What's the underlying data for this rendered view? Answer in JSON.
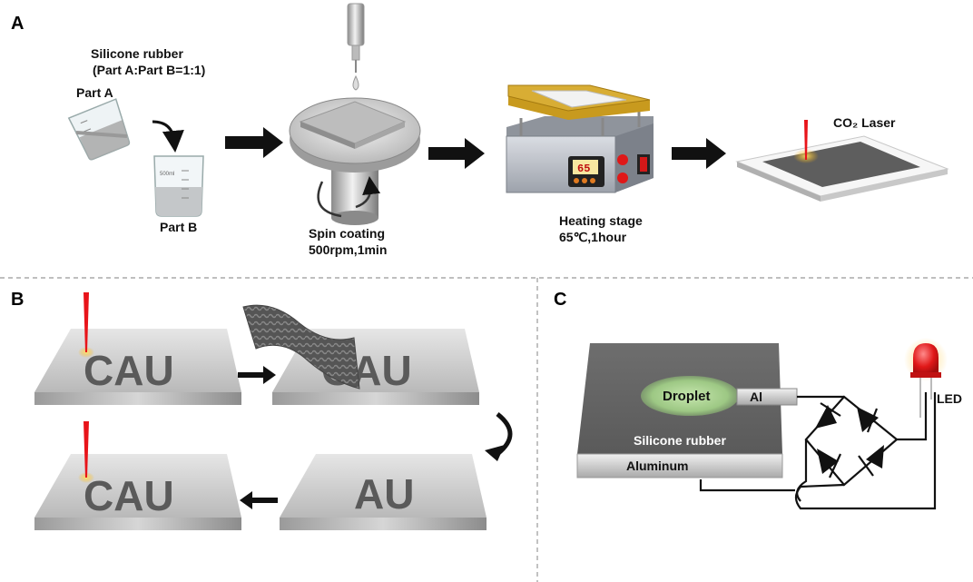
{
  "panels": {
    "a": {
      "letter": "A",
      "rubber_title": "Silicone rubber",
      "rubber_ratio": "(Part A:Part B=1:1)",
      "part_a": "Part A",
      "part_b": "Part B",
      "beaker_mark": "500ml",
      "spin_title": "Spin coating",
      "spin_params": "500rpm,1min",
      "heat_title": "Heating stage",
      "heat_params": "65℃,1hour",
      "heat_display": "65",
      "laser_title": "CO₂ Laser"
    },
    "b": {
      "letter": "B",
      "text_full": "CAU",
      "text_partial": "AU"
    },
    "c": {
      "letter": "C",
      "droplet": "Droplet",
      "al": "Al",
      "silicone": "Silicone rubber",
      "aluminum": "Aluminum",
      "led": "LED"
    }
  },
  "colors": {
    "laser_red": "#e8141a",
    "heater_gold": "#c89a1e",
    "droplet_green": "#9fc98a",
    "led_red": "#e01818"
  },
  "icons": [
    "beaker-icon",
    "spin-coater-icon",
    "heating-stage-icon",
    "laser-icon",
    "rotate-arrow-icon",
    "led-icon",
    "diode-icon"
  ]
}
